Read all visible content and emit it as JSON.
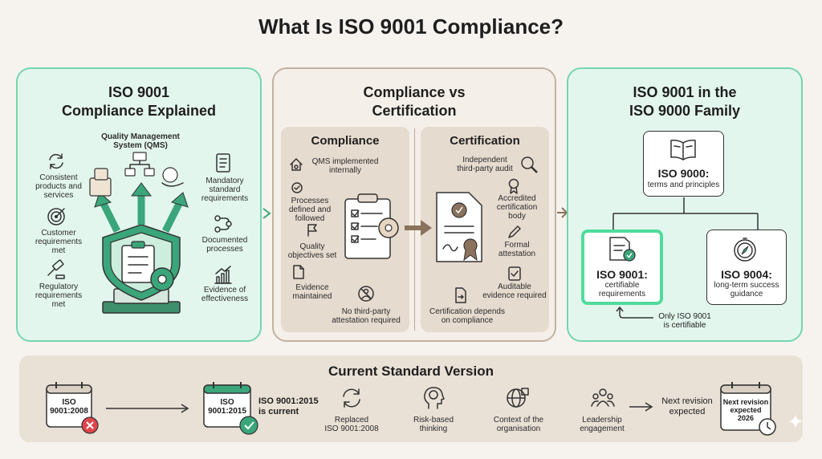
{
  "title": "What Is ISO 9001 Compliance?",
  "panel1": {
    "heading_line1": "ISO 9001",
    "heading_line2": "Compliance Explained",
    "qms_line1": "Quality Management",
    "qms_line2": "System (QMS)",
    "left_items": [
      {
        "l1": "Consistent",
        "l2": "products and",
        "l3": "services",
        "icon": "cycle-arrows-icon"
      },
      {
        "l1": "Customer",
        "l2": "requirements",
        "l3": "met",
        "icon": "target-icon"
      },
      {
        "l1": "Regulatory",
        "l2": "requirements",
        "l3": "met",
        "icon": "gavel-icon"
      }
    ],
    "right_items": [
      {
        "l1": "Mandatory",
        "l2": "standard",
        "l3": "requirements",
        "icon": "document-list-icon"
      },
      {
        "l1": "Documented",
        "l2": "processes",
        "l3": "",
        "icon": "process-flow-icon"
      },
      {
        "l1": "Evidence of",
        "l2": "effectiveness",
        "l3": "",
        "icon": "bar-chart-icon"
      }
    ]
  },
  "panel2": {
    "heading_line1": "Compliance vs",
    "heading_line2": "Certification",
    "compliance": {
      "title": "Compliance",
      "items": [
        {
          "l1": "QMS implemented",
          "l2": "internally"
        },
        {
          "l1": "Processes",
          "l2": "defined and",
          "l3": "followed"
        },
        {
          "l1": "Quality",
          "l2": "objectives set"
        },
        {
          "l1": "Evidence",
          "l2": "maintained"
        },
        {
          "l1": "No third-party",
          "l2": "attestation required"
        }
      ]
    },
    "certification": {
      "title": "Certification",
      "items": [
        {
          "l1": "Independent",
          "l2": "third-party audit"
        },
        {
          "l1": "Accredited",
          "l2": "certification",
          "l3": "body"
        },
        {
          "l1": "Formal",
          "l2": "attestation"
        },
        {
          "l1": "Auditable",
          "l2": "evidence required"
        },
        {
          "l1": "Certification depends",
          "l2": "on compliance"
        }
      ]
    }
  },
  "panel3": {
    "heading_line1": "ISO 9001 in the",
    "heading_line2": "ISO 9000 Family",
    "iso9000": {
      "title": "ISO 9000:",
      "desc": "terms and principles"
    },
    "iso9001": {
      "title": "ISO 9001:",
      "desc_l1": "certifiable",
      "desc_l2": "requirements"
    },
    "iso9004": {
      "title": "ISO 9004:",
      "desc_l1": "long-term success",
      "desc_l2": "guidance"
    },
    "note_l1": "Only ISO 9001",
    "note_l2": "is certifiable"
  },
  "panel4": {
    "heading": "Current Standard Version",
    "old_version_l1": "ISO",
    "old_version_l2": "9001:2008",
    "current_version_l1": "ISO",
    "current_version_l2": "9001:2015",
    "current_label_l1": "ISO 9001:2015",
    "current_label_l2": "is current",
    "features": [
      {
        "l1": "Replaced",
        "l2": "ISO 9001:2008",
        "icon": "refresh-icon"
      },
      {
        "l1": "Risk-based",
        "l2": "thinking",
        "icon": "brain-head-icon"
      },
      {
        "l1": "Context of the",
        "l2": "organisation",
        "icon": "globe-icon"
      },
      {
        "l1": "Leadership",
        "l2": "engagement",
        "icon": "people-icon"
      }
    ],
    "next_label_l1": "Next revision",
    "next_label_l2": "expected",
    "next_cal_l1": "Next revision",
    "next_cal_l2": "expected",
    "next_cal_l3": "2026"
  },
  "colors": {
    "accent_green": "#3aa67a",
    "panel_green": "#e3f6ee",
    "panel_beige": "#f4efe8",
    "error_red": "#e0454b"
  }
}
